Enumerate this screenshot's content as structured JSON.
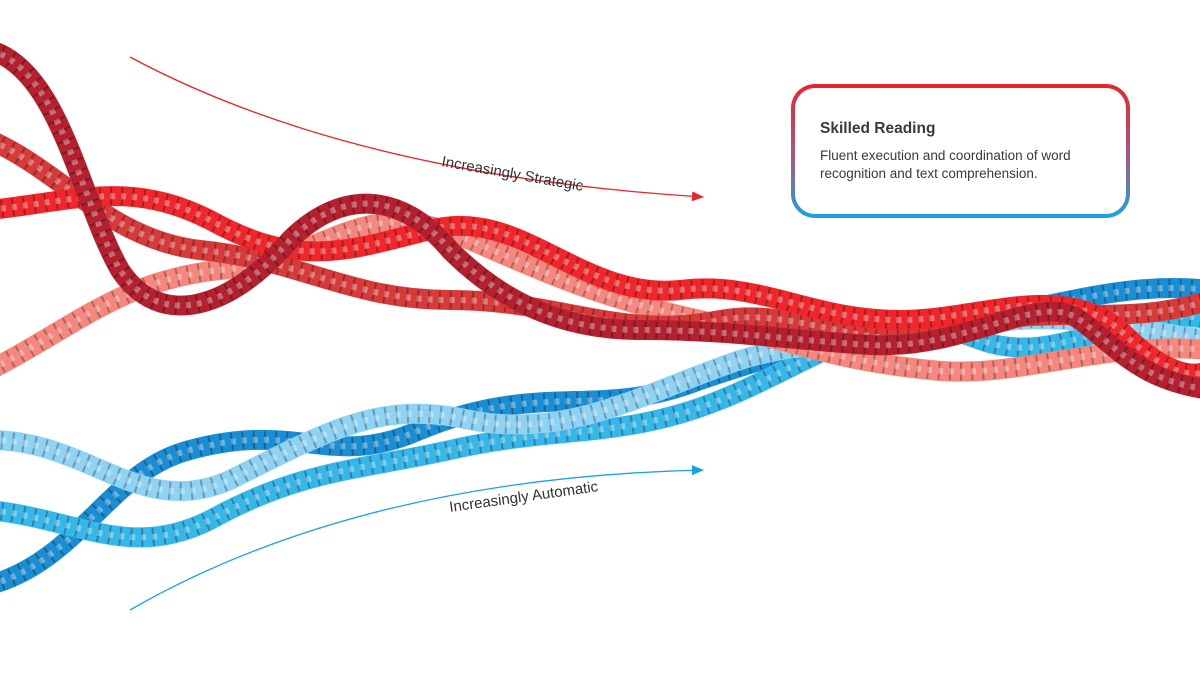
{
  "card": {
    "title": "Skilled Reading",
    "description": "Fluent execution and coordination of word recognition and text comprehension."
  },
  "arrows": {
    "strategic_label": "Increasingly Strategic",
    "automatic_label": "Increasingly Automatic"
  },
  "colors": {
    "red_arrow": "#e8242c",
    "blue_arrow": "#1aa2e6",
    "rope_dark_red": "#b5202f",
    "rope_red": "#f0262a",
    "rope_light_red": "#f7877d",
    "rope_red_mid": "#d83a3a",
    "rope_dark_blue": "#1a8ed4",
    "rope_blue": "#36b7ea",
    "rope_light_blue": "#8fd3f4"
  }
}
